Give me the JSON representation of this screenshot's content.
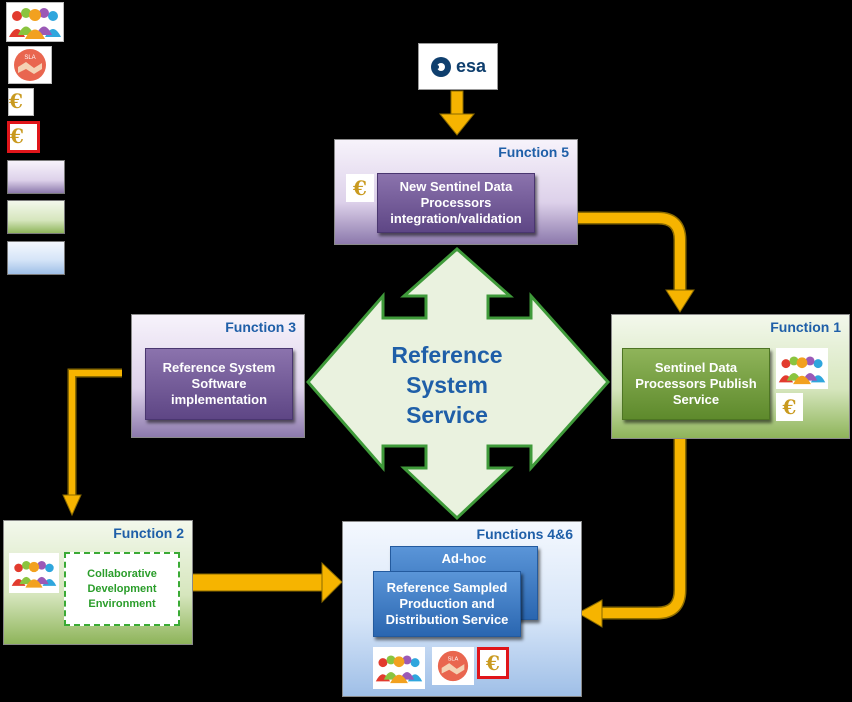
{
  "esa_logo": "esa",
  "center": {
    "lines": [
      "Reference",
      "System",
      "Service"
    ]
  },
  "functions": {
    "f5": {
      "title": "Function 5",
      "task": "New Sentinel Data Processors integration/validation"
    },
    "f3": {
      "title": "Function 3",
      "task": "Reference System Software implementation"
    },
    "f1": {
      "title": "Function 1",
      "task": "Sentinel Data Processors Publish Service"
    },
    "f2": {
      "title": "Function 2",
      "task": "Collaborative Development Environment"
    },
    "f46": {
      "title": "Functions 4&6",
      "adhoc": "Ad-hoc",
      "task": "Reference Sampled Production and Distribution Service"
    }
  },
  "icons": {
    "euro": "€",
    "sla": "SLA"
  },
  "colors": {
    "arrow": "#f6b400",
    "title_blue": "#1f5fa8",
    "purple_fill": "#5e4685",
    "green_fill": "#5e8a2c",
    "blue_fill": "#2a66b0",
    "cross_fill": "#eaf2df",
    "cross_stroke": "#3f9a3a"
  }
}
